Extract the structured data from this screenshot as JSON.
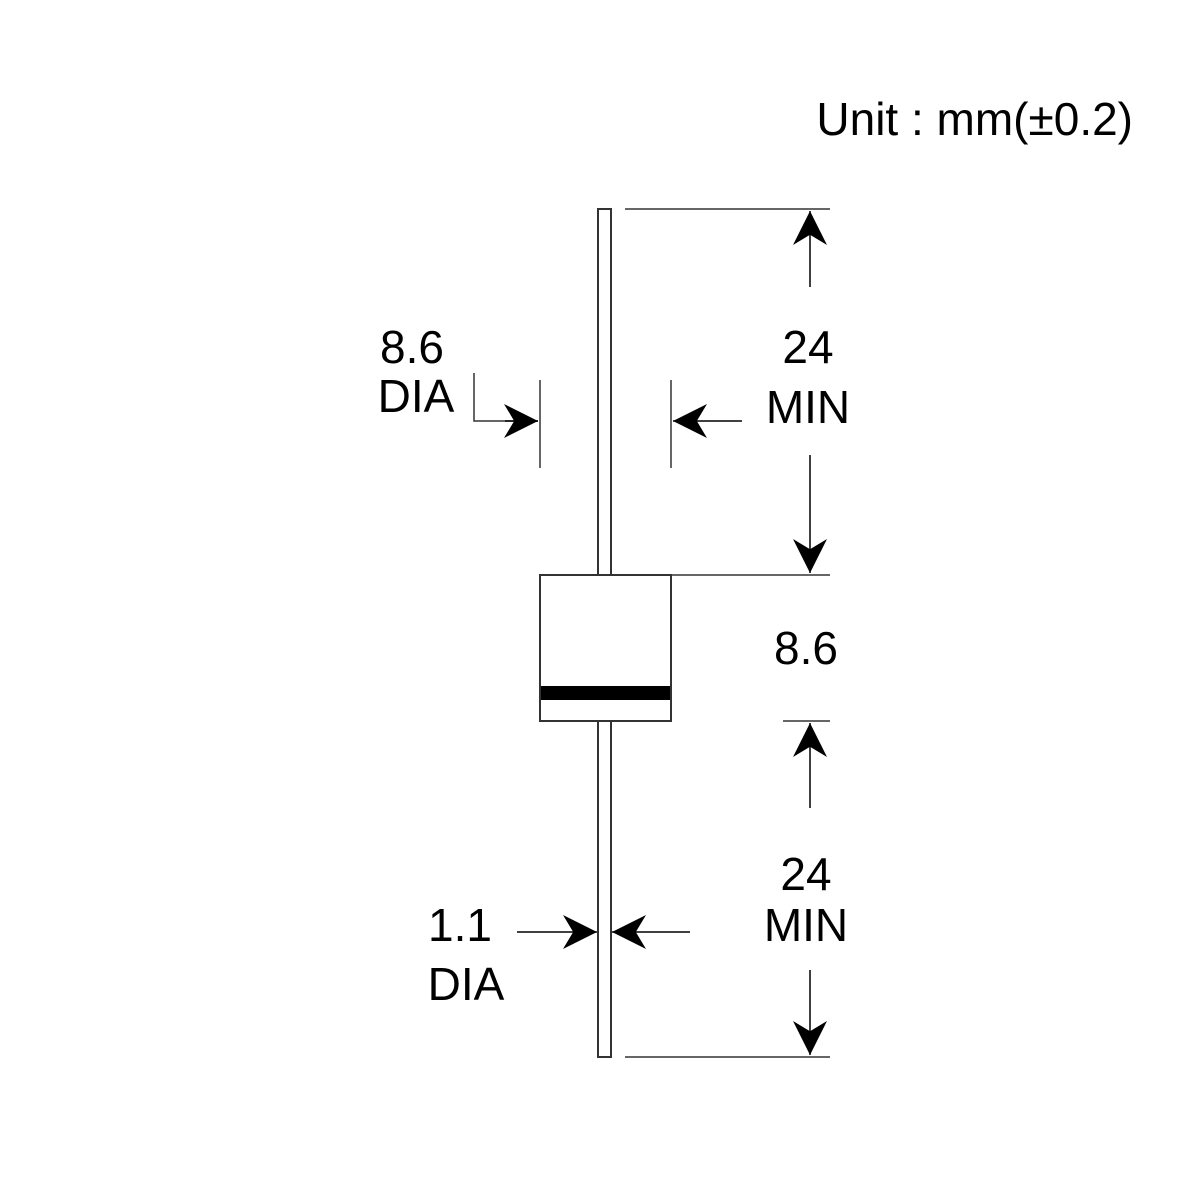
{
  "unit_label": "Unit : mm(±0.2)",
  "dims": {
    "body_diameter": {
      "value": "8.6",
      "suffix": "DIA"
    },
    "top_lead_length": {
      "value": "24",
      "suffix": "MIN"
    },
    "body_length": {
      "value": "8.6"
    },
    "bottom_lead_length": {
      "value": "24",
      "suffix": "MIN"
    },
    "lead_diameter": {
      "value": "1.1",
      "suffix": "DIA"
    }
  },
  "colors": {
    "ink": "#000000",
    "line": "#333333",
    "background": "#ffffff"
  }
}
